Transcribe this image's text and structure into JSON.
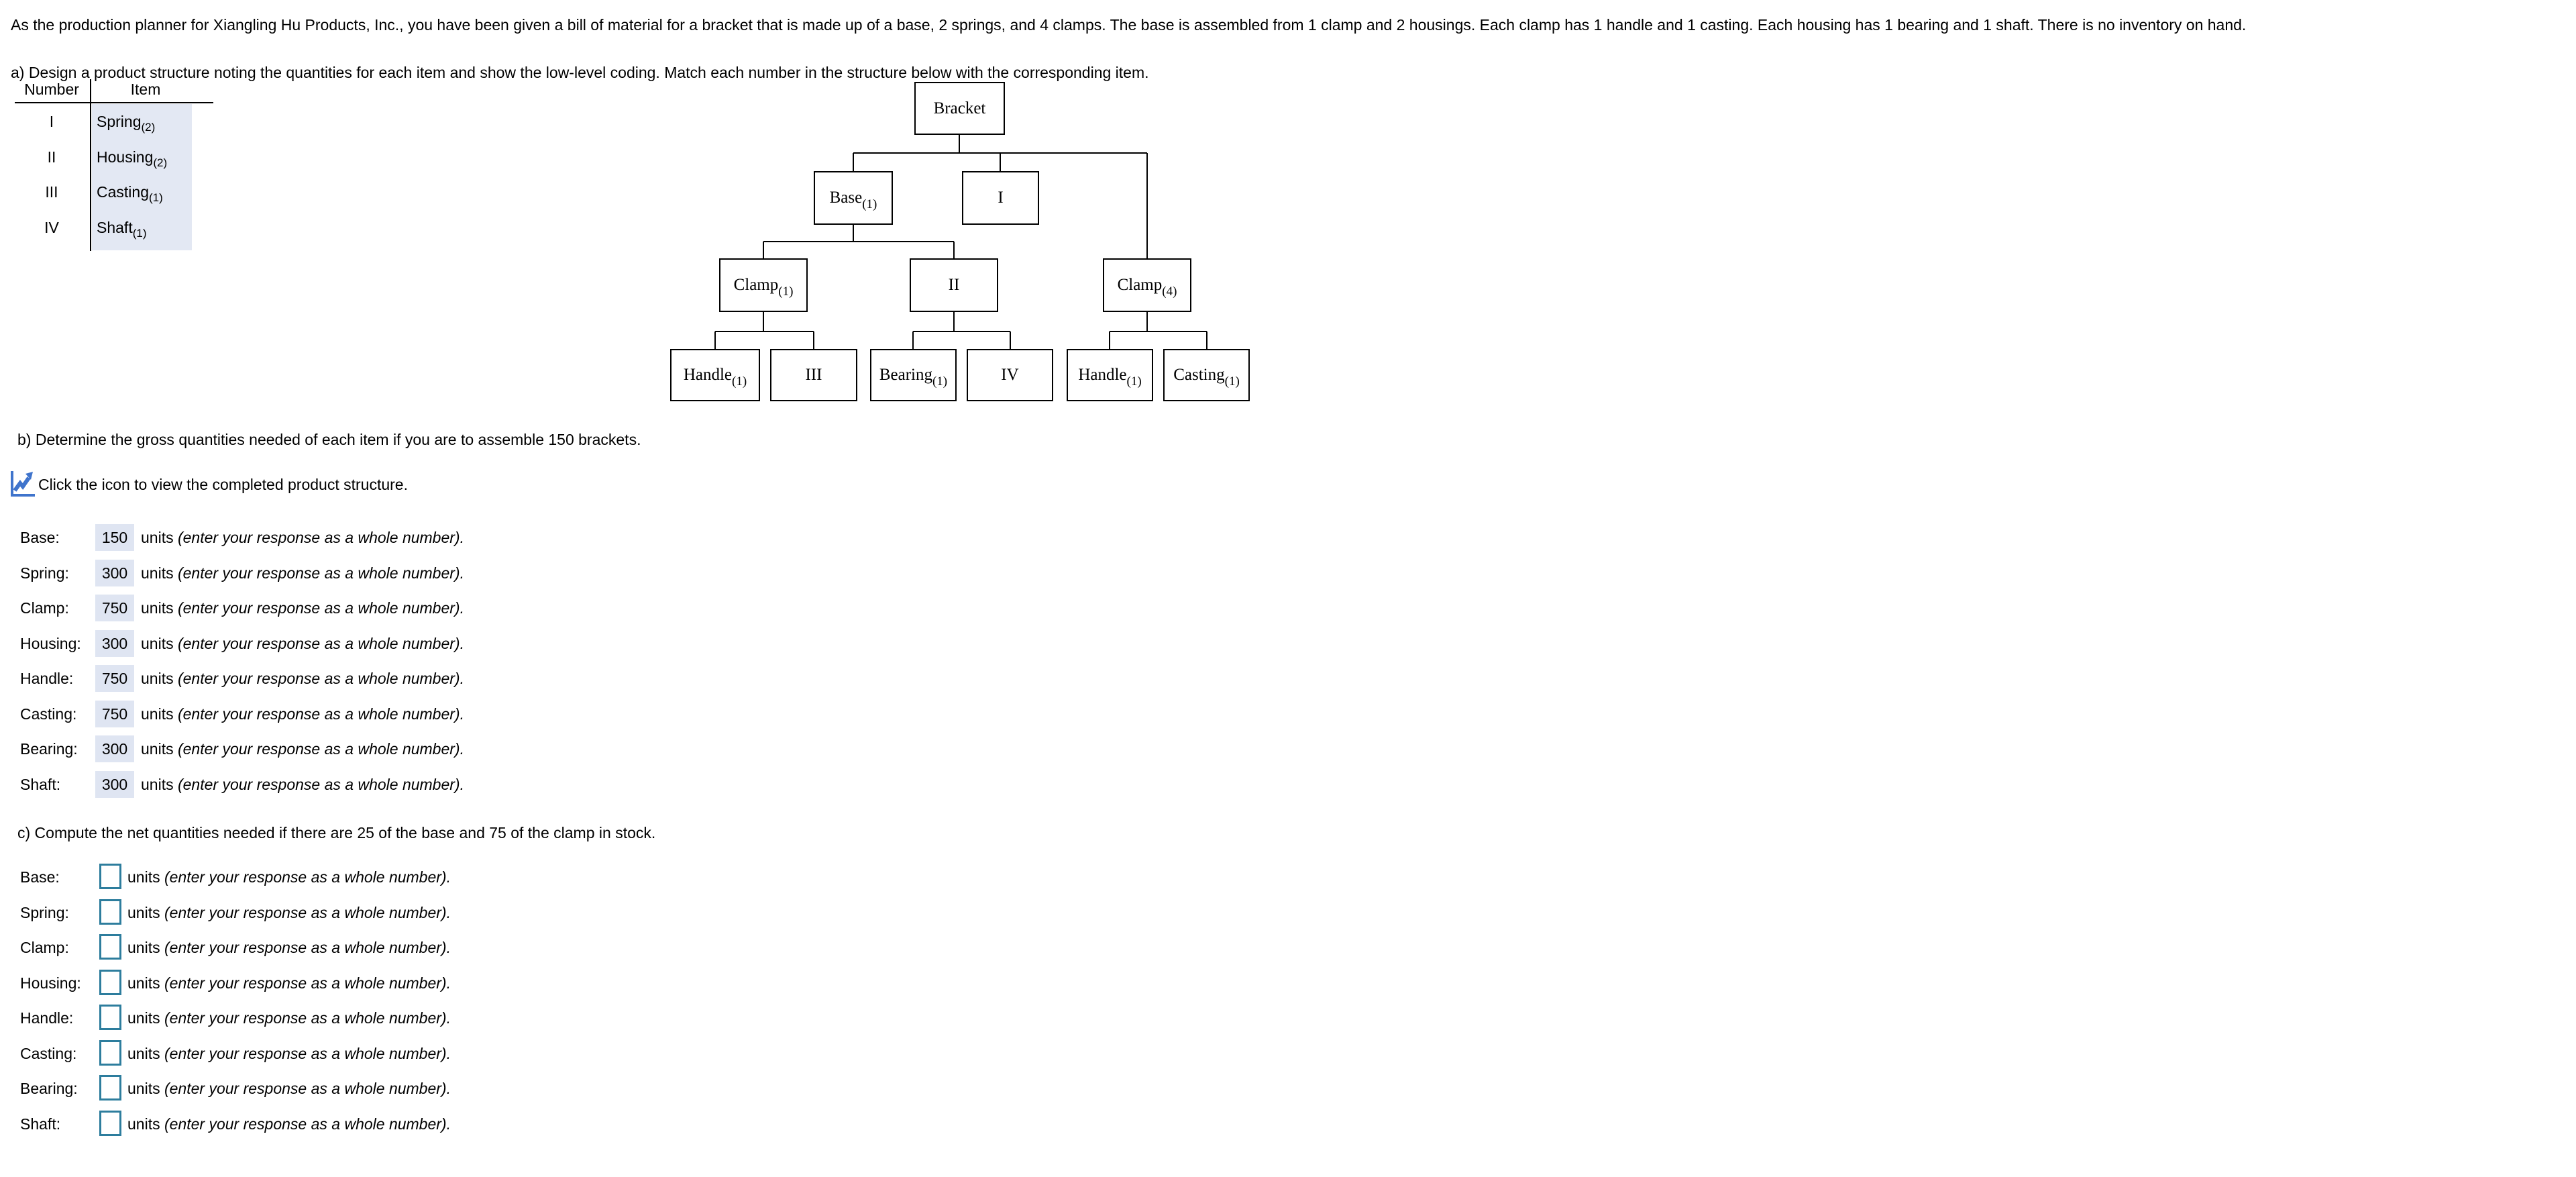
{
  "problem": {
    "statement": "As the production planner for Xiangling Hu Products, Inc., you have been given a bill of material for a bracket that is made up of a base, 2 springs, and 4 clamps. The base is assembled from 1 clamp and 2 housings. Each clamp has 1 handle and 1 casting. Each housing has 1 bearing and 1 shaft. There is no inventory on hand.",
    "part_a": "a) Design a product structure noting the quantities for each item and show the low-level coding. Match each number in the structure below with the corresponding item.",
    "part_b": "b) Determine the gross quantities needed of each item if you are to assemble 150 brackets.",
    "icon_caption": "Click the icon to view the completed product structure.",
    "part_c": "c) Compute the net quantities needed if there are 25 of the base and 75 of the clamp in stock."
  },
  "strings": {
    "units": "units",
    "hint": "(enter your response as a whole number)."
  },
  "match_table": {
    "headers": {
      "number": "Number",
      "item": "Item"
    },
    "rows": [
      {
        "number": "I",
        "item": "Spring",
        "sub": "(2)"
      },
      {
        "number": "II",
        "item": "Housing",
        "sub": "(2)"
      },
      {
        "number": "III",
        "item": "Casting",
        "sub": "(1)"
      },
      {
        "number": "IV",
        "item": "Shaft",
        "sub": "(1)"
      }
    ]
  },
  "tree": {
    "nodes": [
      {
        "label": "Bracket",
        "sub": ""
      },
      {
        "label": "Base",
        "sub": "(1)"
      },
      {
        "label": "I",
        "sub": ""
      },
      {
        "label": "Clamp",
        "sub": "(1)"
      },
      {
        "label": "II",
        "sub": ""
      },
      {
        "label": "Clamp",
        "sub": "(4)"
      },
      {
        "label": "Handle",
        "sub": "(1)"
      },
      {
        "label": "III",
        "sub": ""
      },
      {
        "label": "Bearing",
        "sub": "(1)"
      },
      {
        "label": "IV",
        "sub": ""
      },
      {
        "label": "Handle",
        "sub": "(1)"
      },
      {
        "label": "Casting",
        "sub": "(1)"
      }
    ]
  },
  "gross": {
    "rows": [
      {
        "label": "Base:",
        "value": "150"
      },
      {
        "label": "Spring:",
        "value": "300"
      },
      {
        "label": "Clamp:",
        "value": "750"
      },
      {
        "label": "Housing:",
        "value": "300"
      },
      {
        "label": "Handle:",
        "value": "750"
      },
      {
        "label": "Casting:",
        "value": "750"
      },
      {
        "label": "Bearing:",
        "value": "300"
      },
      {
        "label": "Shaft:",
        "value": "300"
      }
    ]
  },
  "net": {
    "rows": [
      {
        "label": "Base:",
        "value": ""
      },
      {
        "label": "Spring:",
        "value": ""
      },
      {
        "label": "Clamp:",
        "value": ""
      },
      {
        "label": "Housing:",
        "value": ""
      },
      {
        "label": "Handle:",
        "value": ""
      },
      {
        "label": "Casting:",
        "value": ""
      },
      {
        "label": "Bearing:",
        "value": ""
      },
      {
        "label": "Shaft:",
        "value": ""
      }
    ]
  },
  "colors": {
    "answer_highlight_bg": "#dfe5f2",
    "table_item_bg": "#e3e8f3",
    "input_border": "#2d7d9d",
    "icon_blue": "#3f74cc"
  }
}
